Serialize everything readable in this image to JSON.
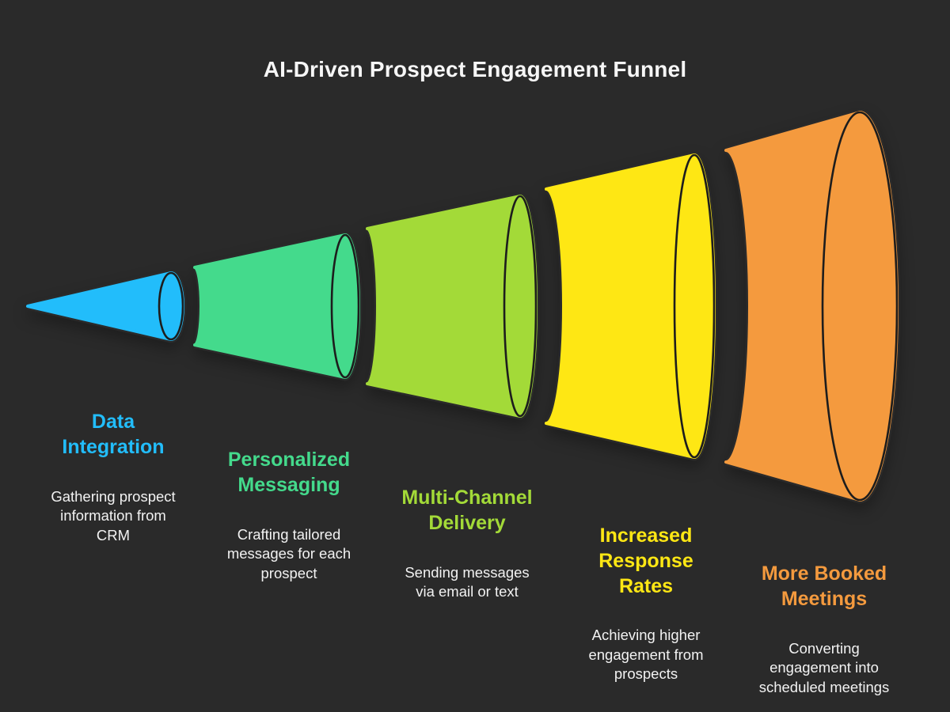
{
  "background_color": "#2a2a2a",
  "title": {
    "text": "AI-Driven Prospect Engagement Funnel",
    "color": "#f6f6f6"
  },
  "funnel": {
    "outline_color": "#1d1d1d",
    "description_text_color": "#f2f2f2",
    "stages": [
      {
        "name": "Data Integration",
        "heading": "Data\nIntegration",
        "description": "Gathering prospect\ninformation from\nCRM",
        "color": "#22bdfb"
      },
      {
        "name": "Personalized Messaging",
        "heading": "Personalized\nMessaging",
        "description": "Crafting tailored\nmessages for each\nprospect",
        "color": "#44da8c"
      },
      {
        "name": "Multi-Channel Delivery",
        "heading": "Multi-Channel\nDelivery",
        "description": "Sending messages\nvia email or text",
        "color": "#a3da38"
      },
      {
        "name": "Increased Response Rates",
        "heading": "Increased\nResponse\nRates",
        "description": "Achieving higher\nengagement from\nprospects",
        "color": "#fee714"
      },
      {
        "name": "More Booked Meetings",
        "heading": "More Booked\nMeetings",
        "description": "Converting\nengagement into\nscheduled meetings",
        "color": "#f49a3e"
      }
    ]
  }
}
